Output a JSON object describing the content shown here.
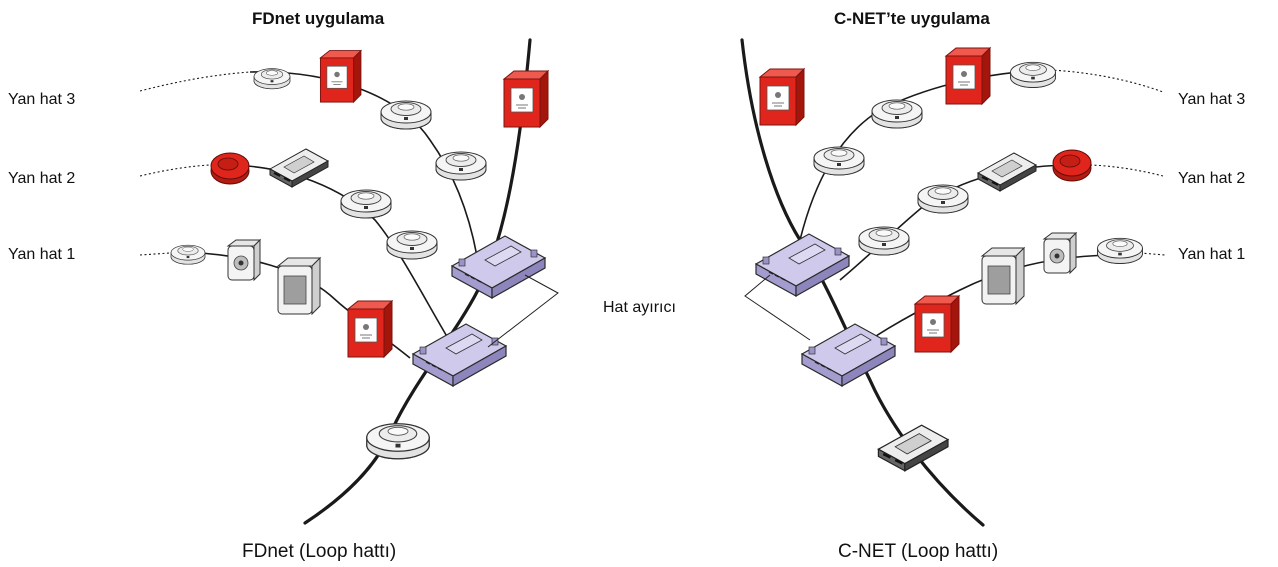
{
  "left": {
    "title": "FDnet uygulama",
    "caption": "FDnet (Loop hattı)",
    "stubs": [
      "Yan hat 3",
      "Yan hat 2",
      "Yan hat 1"
    ]
  },
  "right": {
    "title": "C-NET’te uygulama",
    "caption": "C-NET (Loop hattı)",
    "stubs": [
      "Yan hat 3",
      "Yan hat 2",
      "Yan hat 1"
    ]
  },
  "center_label": "Hat ayırıcı",
  "colors": {
    "call_point": "#e0261c",
    "isolator": "#bcb6e0",
    "detector": "#f2f2f2",
    "cable": "#1a1a1a"
  },
  "icons": [
    "smoke-detector-icon",
    "manual-call-point-icon",
    "line-isolator-icon",
    "sounder-icon",
    "io-module-icon",
    "beacon-icon"
  ]
}
